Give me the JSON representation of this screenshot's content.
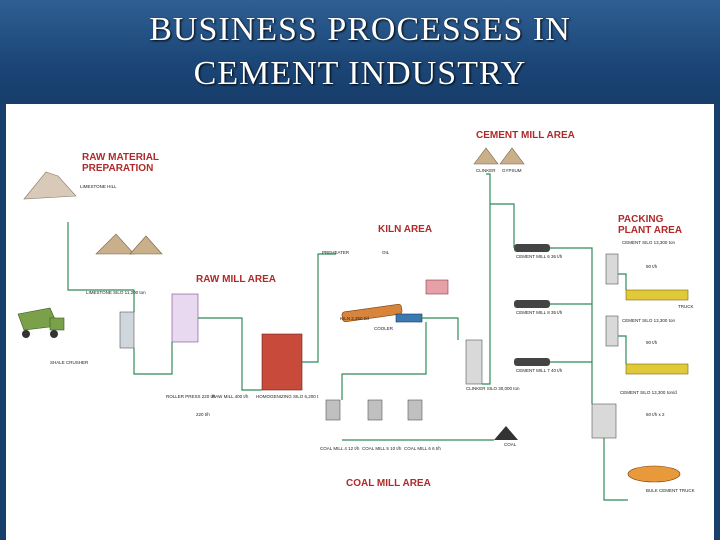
{
  "title": {
    "line1": "BUSINESS PROCESSES IN",
    "line2": "CEMENT INDUSTRY"
  },
  "colors": {
    "header": "#1b4677",
    "area_label": "#b02a2a",
    "pipe": "#2e8b57",
    "truck": "#e2c93a"
  },
  "areas": {
    "raw_material": {
      "line1": "RAW MATERIAL",
      "line2": "PREPARATION"
    },
    "raw_mill": "RAW MILL AREA",
    "kiln": "KILN AREA",
    "cement_mill": "CEMENT MILL AREA",
    "packing": {
      "line1": "PACKING",
      "line2": "PLANT AREA"
    },
    "coal_mill": "COAL MILL AREA"
  },
  "labels": {
    "limestone_hill": "LIMESTONE HILL",
    "limestone_silo": "LIMESTONE SILO 11,200 ton",
    "shale_crusher": "SHALE CRUSHER",
    "roller_press": "ROLLER PRESS 220 t/h",
    "raw_mill": "RAW MILL 400 t/h",
    "homogenizing_silo": "HOMOGENIZING SILO 6,200 t",
    "raw_mill_rate": "220 t/h",
    "preheater": "PREHEATER",
    "oil": "OIL",
    "kiln": "KILN 2,350 t/d",
    "cooler": "COOLER",
    "clinker_silo": "CLINKER SILO 30,000 ton",
    "coal": "COAL",
    "coal_mill_4": "COAL MILL 4 12 t/h",
    "coal_mill_5": "COAL MILL 5 10 t/h",
    "coal_mill_6": "COAL MILL 6 6 t/h",
    "clinker": "CLINKER",
    "gypsum": "GYPSUM",
    "cement_mill_6": "CEMENT MILL 6 36 t/h",
    "cement_mill_8": "CEMENT MILL 8 35 t/h",
    "cement_mill_7": "CEMENT MILL 7 40 t/h",
    "silo_1": "CEMENT SILO 13,300 ton",
    "silo_2": "CEMENT SILO 13,300 ton",
    "silo_3": "CEMENT SILO 13,300 ton/d",
    "rate_1": "90 t/h",
    "rate_2": "90 t/h",
    "rate_3": "60 t/h x 2",
    "truck": "TRUCK",
    "bulk_truck": "BULK CEMENT TRUCK"
  }
}
